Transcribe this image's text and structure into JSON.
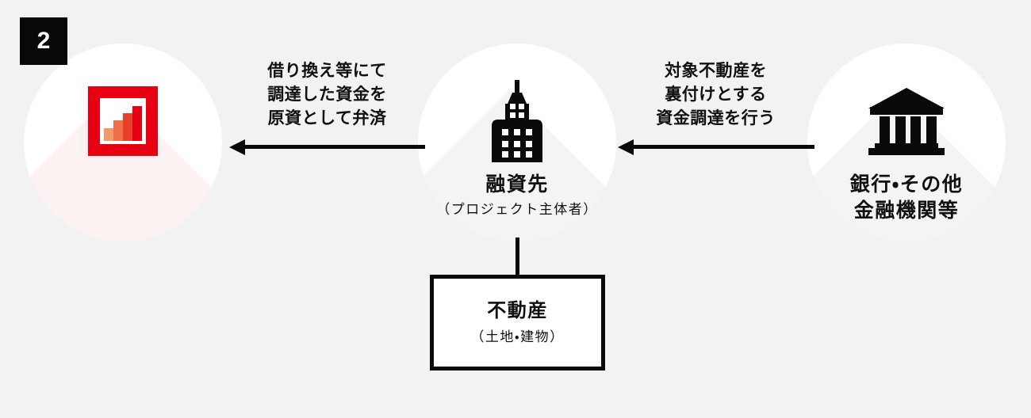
{
  "diagram": {
    "step_badge": "2",
    "background_color": "#f2f2f2",
    "accent_color": "#e60012",
    "ink_color": "#0a0a0a"
  },
  "nodes": {
    "left": {
      "icon": "bar-chart-icon",
      "main": "",
      "sub": ""
    },
    "center": {
      "icon": "office-building-icon",
      "main": "融資先",
      "sub": "（プロジェクト主体者）"
    },
    "right": {
      "icon": "bank-icon",
      "main": "銀行・その他",
      "sub": "金融機関等"
    }
  },
  "arrows": {
    "left": {
      "direction": "left",
      "label_lines": [
        "借り換え等にて",
        "調達した資金を",
        "原資として弁済"
      ]
    },
    "right": {
      "direction": "left",
      "label_lines": [
        "対象不動産を",
        "裏付けとする",
        "資金調達を行う"
      ]
    }
  },
  "property_box": {
    "main": "不動産",
    "sub": "（土地・建物）"
  },
  "chart_icon_bars": [
    {
      "height": 16,
      "color": "#f0996b"
    },
    {
      "height": 26,
      "color": "#ef6f4a"
    },
    {
      "height": 35,
      "color": "#e8412a"
    },
    {
      "height": 44,
      "color": "#e60012"
    }
  ]
}
